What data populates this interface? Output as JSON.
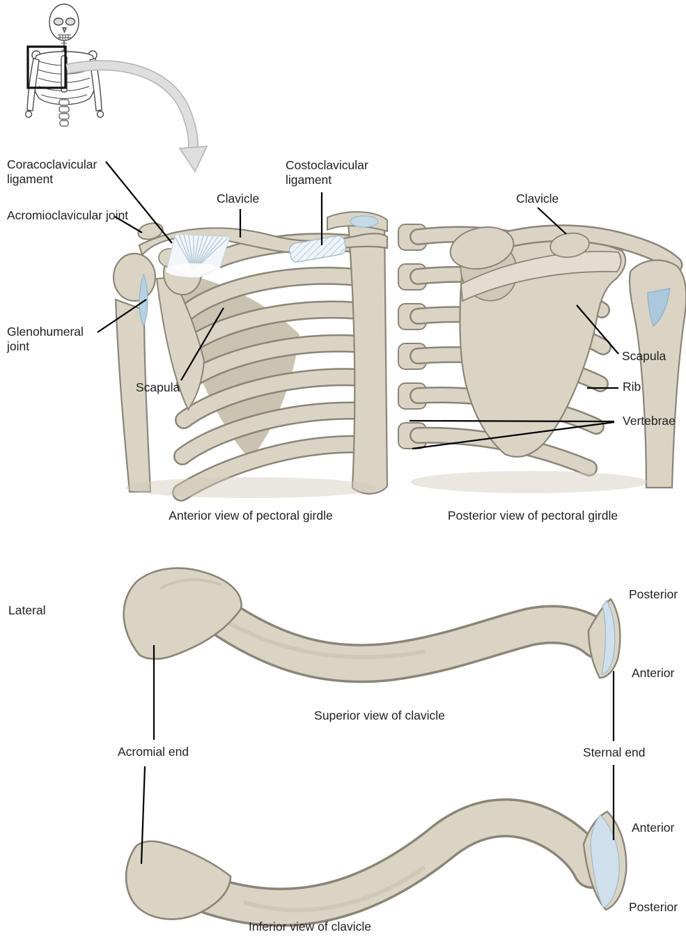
{
  "figure": {
    "labels": {
      "coracoclavicular_ligament": "Coracoclavicular ligament",
      "acromioclavicular_joint": "Acromioclavicular joint",
      "glenohumeral_joint": "Glenohumeral joint",
      "scapula_anterior": "Scapula",
      "clavicle_anterior": "Clavicle",
      "costoclavicular_ligament": "Costoclavicular ligament",
      "clavicle_posterior": "Clavicle",
      "scapula_posterior": "Scapula",
      "rib": "Rib",
      "vertebrae": "Vertebrae",
      "lateral": "Lateral",
      "posterior_superior_view": "Posterior",
      "anterior_superior_view": "Anterior",
      "acromial_end": "Acromial end",
      "sternal_end": "Sternal end",
      "anterior_inferior_view": "Anterior",
      "posterior_inferior_view": "Posterior"
    },
    "captions": {
      "anterior_view": "Anterior view of pectoral girdle",
      "posterior_view": "Posterior view of pectoral girdle",
      "superior_view": "Superior view of clavicle",
      "inferior_view": "Inferior view of clavicle"
    },
    "colors": {
      "bone": "#d9d4c4",
      "bone_shadow": "#c9c3b1",
      "bone_outline": "#8a8577",
      "cartilage_blue": "#c5d9e7",
      "ligament_white": "#f2f6fa",
      "leader_line": "#000000",
      "arrow_gray": "#dedede"
    }
  }
}
